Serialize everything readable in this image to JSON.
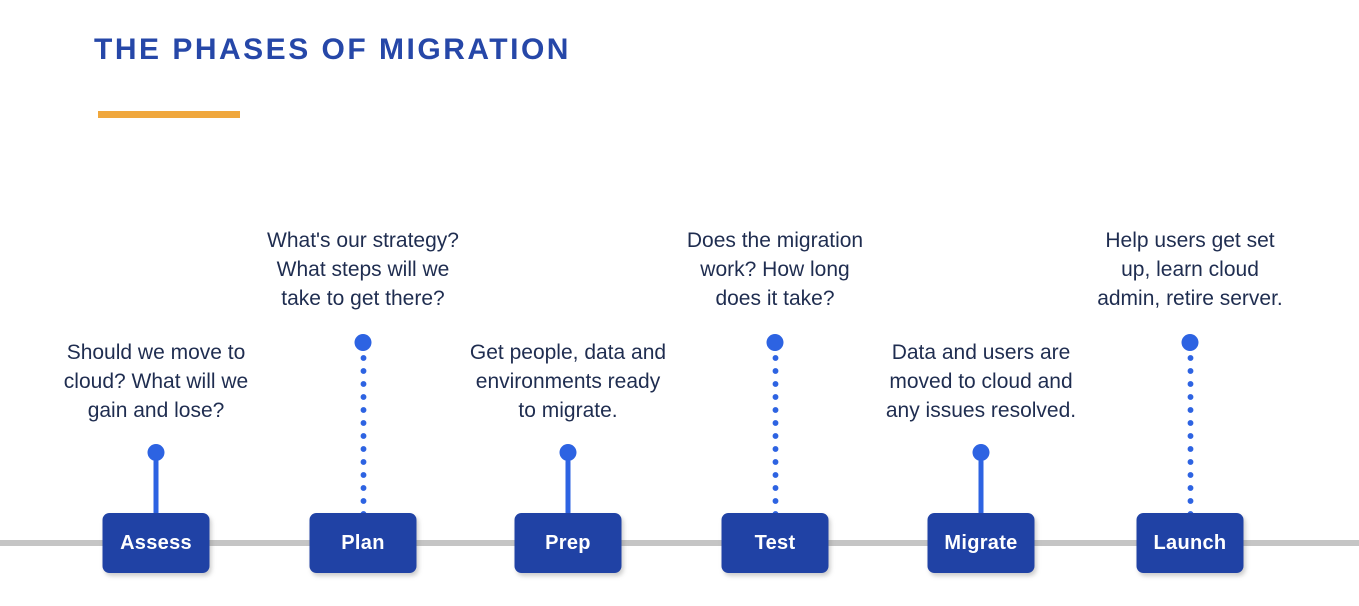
{
  "header": {
    "title": "THE PHASES OF MIGRATION"
  },
  "colors": {
    "title_blue": "#2647a8",
    "box_blue": "#2042a5",
    "connector_blue": "#2d63e2",
    "timeline_gray": "#c5c5c5",
    "description_navy": "#1f2d50",
    "accent_orange": "#f0a73c"
  },
  "phases": [
    {
      "label": "Assess",
      "description": [
        "Should we move to",
        "cloud? What will we",
        "gain and lose?"
      ],
      "connector": "solid"
    },
    {
      "label": "Plan",
      "description": [
        "What's our strategy?",
        "What steps will we",
        "take to get there?"
      ],
      "connector": "dotted"
    },
    {
      "label": "Prep",
      "description": [
        "Get people, data and",
        "environments ready",
        "to migrate."
      ],
      "connector": "solid"
    },
    {
      "label": "Test",
      "description": [
        "Does the migration",
        "work? How long",
        "does it take?"
      ],
      "connector": "dotted"
    },
    {
      "label": "Migrate",
      "description": [
        "Data and users are",
        "moved to cloud and",
        "any issues resolved."
      ],
      "connector": "solid"
    },
    {
      "label": "Launch",
      "description": [
        "Help users get set",
        "up, learn cloud",
        "admin, retire server."
      ],
      "connector": "dotted"
    }
  ]
}
